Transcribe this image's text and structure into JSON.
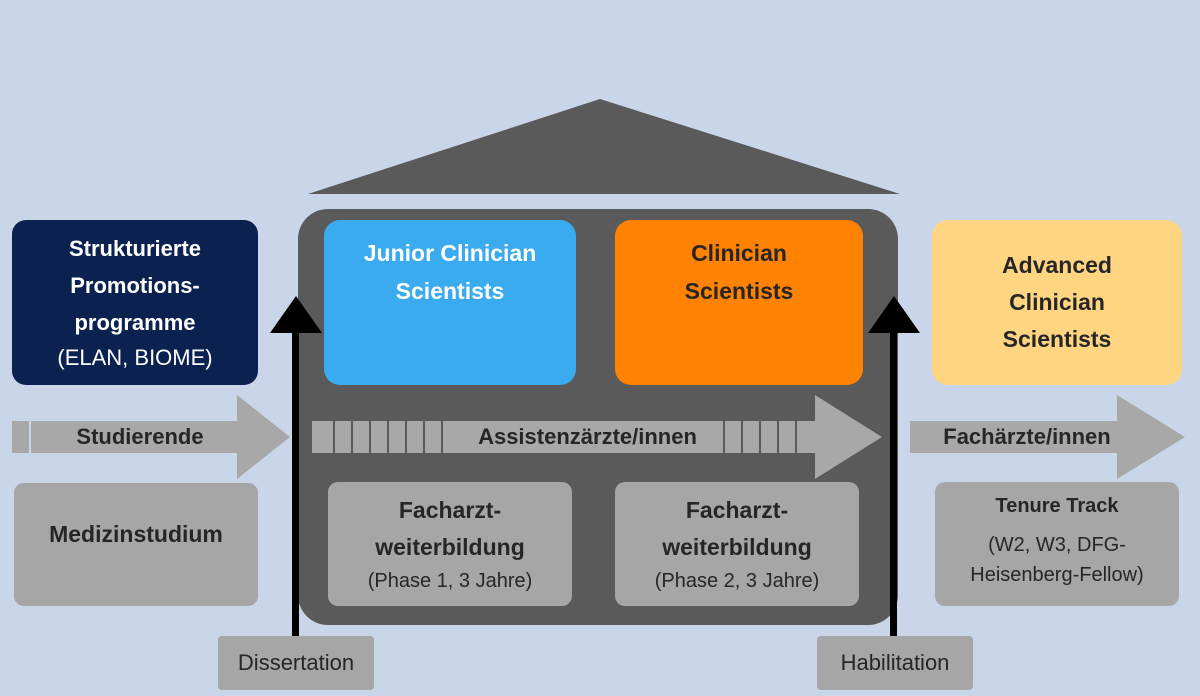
{
  "diagram": {
    "colors": {
      "background": "#c9d5e8",
      "house": "#5a5a5a",
      "navy": "#0b2150",
      "light_blue": "#3aabef",
      "orange": "#ff8200",
      "yellow": "#ffd582",
      "gray_box": "#a6a6a6",
      "arrow_gray": "#a8a8a8",
      "black_arrow": "#000000"
    },
    "left_panel": {
      "title_lines": [
        "Strukturierte",
        "Promotions-",
        "programme"
      ],
      "subtitle": "(ELAN, BIOME)"
    },
    "junior_box": {
      "lines": [
        "Junior Clinician",
        "Scientists"
      ]
    },
    "clinician_box": {
      "lines": [
        "Clinician",
        "Scientists"
      ]
    },
    "advanced_box": {
      "lines": [
        "Advanced",
        "Clinician",
        "Scientists"
      ]
    },
    "flow_arrows": {
      "studierende": "Studierende",
      "assistenz": "Assistenzärzte/innen",
      "fachaerzte": "Fachärzte/innen"
    },
    "bottom_boxes": {
      "medizin": "Medizinstudium",
      "phase1": {
        "title_lines": [
          "Facharzt-",
          "weiterbildung"
        ],
        "sub": "(Phase 1, 3 Jahre)"
      },
      "phase2": {
        "title_lines": [
          "Facharzt-",
          "weiterbildung"
        ],
        "sub": "(Phase 2, 3 Jahre)"
      },
      "tenure": {
        "title": "Tenure Track",
        "sub_lines": [
          "(W2, W3, DFG-",
          "Heisenberg-Fellow)"
        ]
      }
    },
    "milestones": {
      "dissertation": "Dissertation",
      "habilitation": "Habilitation"
    }
  }
}
